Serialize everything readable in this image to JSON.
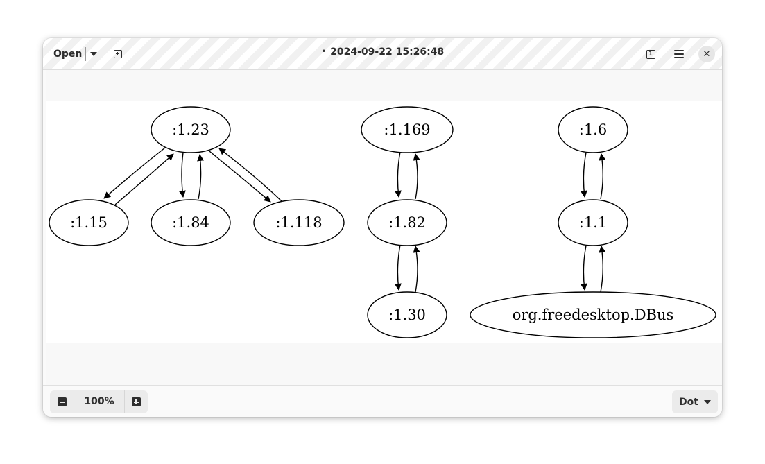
{
  "header": {
    "open_label": "Open",
    "title_dot": "•",
    "title": "2024-09-22 15:26:48",
    "page_indicator": "1",
    "close_glyph": "✕"
  },
  "graph": {
    "nodes": [
      {
        "id": "n123",
        "label": ":1.23"
      },
      {
        "id": "n115",
        "label": ":1.15"
      },
      {
        "id": "n184",
        "label": ":1.84"
      },
      {
        "id": "n1118",
        "label": ":1.118"
      },
      {
        "id": "n1169",
        "label": ":1.169"
      },
      {
        "id": "n182",
        "label": ":1.82"
      },
      {
        "id": "n130",
        "label": ":1.30"
      },
      {
        "id": "n16",
        "label": ":1.6"
      },
      {
        "id": "n11",
        "label": ":1.1"
      },
      {
        "id": "ndbus",
        "label": "org.freedesktop.DBus"
      }
    ],
    "edges": [
      {
        "from": ":1.23",
        "to": ":1.15"
      },
      {
        "from": ":1.15",
        "to": ":1.23"
      },
      {
        "from": ":1.23",
        "to": ":1.84"
      },
      {
        "from": ":1.84",
        "to": ":1.23"
      },
      {
        "from": ":1.23",
        "to": ":1.118"
      },
      {
        "from": ":1.118",
        "to": ":1.23"
      },
      {
        "from": ":1.169",
        "to": ":1.82"
      },
      {
        "from": ":1.82",
        "to": ":1.169"
      },
      {
        "from": ":1.82",
        "to": ":1.30"
      },
      {
        "from": ":1.30",
        "to": ":1.82"
      },
      {
        "from": ":1.6",
        "to": ":1.1"
      },
      {
        "from": ":1.1",
        "to": ":1.6"
      },
      {
        "from": ":1.1",
        "to": "org.freedesktop.DBus"
      },
      {
        "from": "org.freedesktop.DBus",
        "to": ":1.1"
      }
    ]
  },
  "footer": {
    "zoom_level": "100%",
    "format_label": "Dot"
  },
  "icons": {
    "dropdown": "chevron-down-icon",
    "new_tab": "new-tab-icon",
    "page": "page-number-icon",
    "menu": "hamburger-menu-icon",
    "close": "close-icon",
    "zoom_out": "zoom-out-icon",
    "zoom_in": "zoom-in-icon"
  }
}
